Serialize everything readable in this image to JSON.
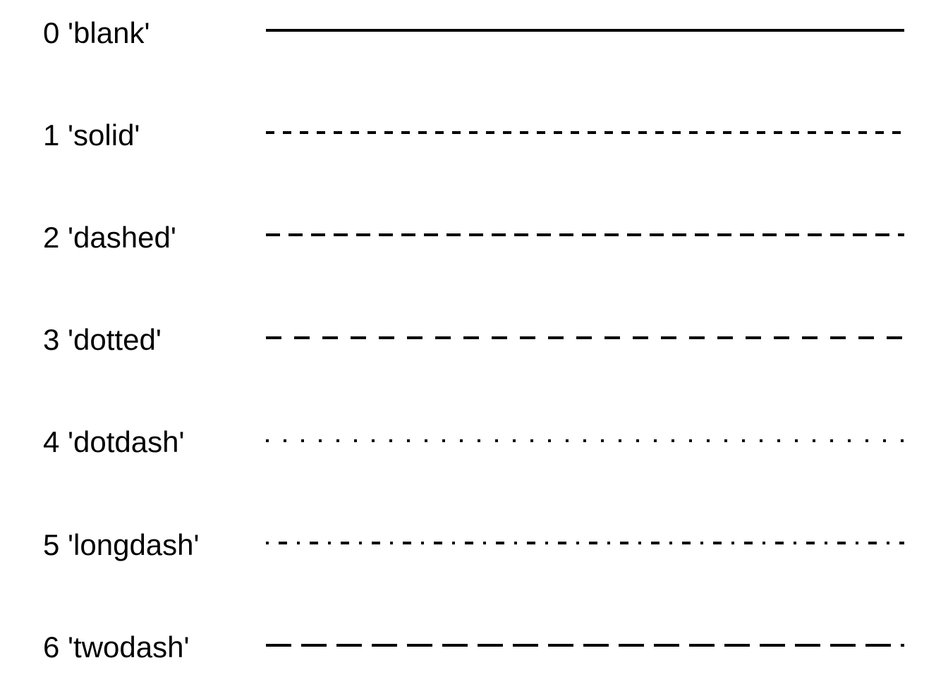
{
  "linetypes": [
    {
      "number": "0",
      "name": "'blank'",
      "label": "0 'blank'",
      "pattern": "solid"
    },
    {
      "number": "1",
      "name": "'solid'",
      "label": "1 'solid'",
      "pattern": "dashed-short"
    },
    {
      "number": "2",
      "name": "'dashed'",
      "label": "2 'dashed'",
      "pattern": "dashed-medium"
    },
    {
      "number": "3",
      "name": "'dotted'",
      "label": "3 'dotted'",
      "pattern": "dashed-long"
    },
    {
      "number": "4",
      "name": "'dotdash'",
      "label": "4 'dotdash'",
      "pattern": "dotted"
    },
    {
      "number": "5",
      "name": "'longdash'",
      "label": "5 'longdash'",
      "pattern": "dot-dash"
    },
    {
      "number": "6",
      "name": "'twodash'",
      "label": "6 'twodash'",
      "pattern": "long-dash"
    }
  ],
  "colors": {
    "line": "#000000",
    "text": "#000000",
    "background": "#ffffff"
  }
}
